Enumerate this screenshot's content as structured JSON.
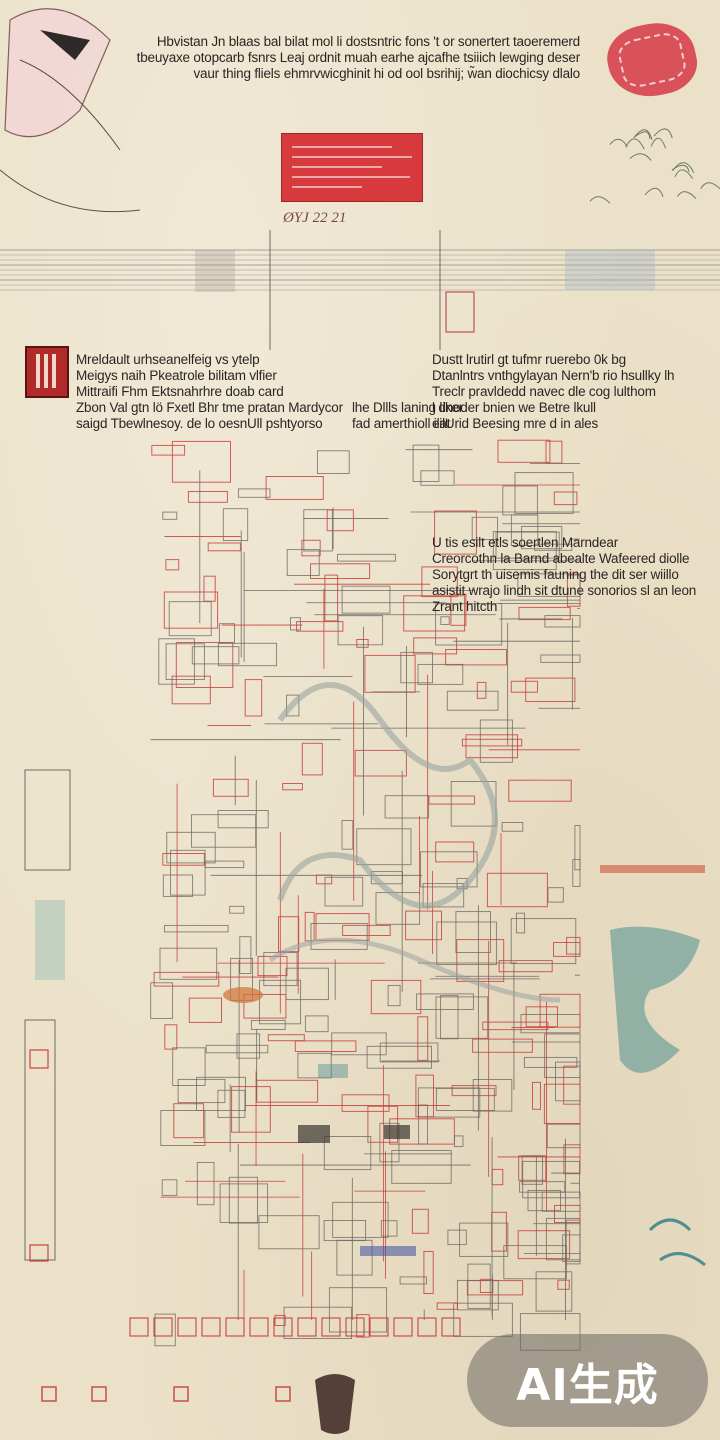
{
  "intro_text": [
    "Hbvistan Jn blaas bal bilat mol li dostsntric fons 't or sonertert taoeremerd",
    "tbeuyaxe otopcarb fsnrs Leaj ordnit muah earhe ajcafhe tsiiich lewging deser",
    "vaur thing fliels ehmrvwicghinit hi od ool bsrihij; w̃an diochicsy dlalo"
  ],
  "date_label": "ØYJ 22 21",
  "left_block": [
    "Mreldault urhseanelfeig vs ytelp",
    "Meigys naih Pkeatrole bilitam vlfier",
    "Mittraifi Fhm Ektsnahrhre doab card",
    "Zbon Val gtn lö Fxetl Bhr tme pratan  Mardycor",
    "saigd Tbewlnesoy. de lo oesnUll pshtyorso"
  ],
  "mid_block": [
    "lhe Dllls laning liker",
    "fad amerthioll ilat"
  ],
  "right_block": [
    "Dustt  lrutirl gt tufmr ruerebo 0k bg",
    "Dtanlntrs  vnthgylayan Nern'b rio hsullky lh",
    "Treclr  pravldedd navec dle cog lulthom",
    "l dnoder bnien we Betre lkull",
    "eilUrid Beesing mre d in ales"
  ],
  "map_block": [
    "U tis esilt etls soertlen Marndear",
    "Creorcothn la Barnd abealte Wafeered diolle",
    "Sorytgrt th uisemis fauning the dit ser wiillo",
    "asistit wrajo lindh sit dtune sonorios sl an leon",
    "Zrant hitcth"
  ],
  "watermark": "AI生成",
  "colors": {
    "paper": "#ebe1c8",
    "ink": "#2a2622",
    "map_red": "#c9443f",
    "map_gray": "#6f6a65",
    "accent_teal": "#4f8f8f",
    "seal_red": "#d9525a"
  }
}
